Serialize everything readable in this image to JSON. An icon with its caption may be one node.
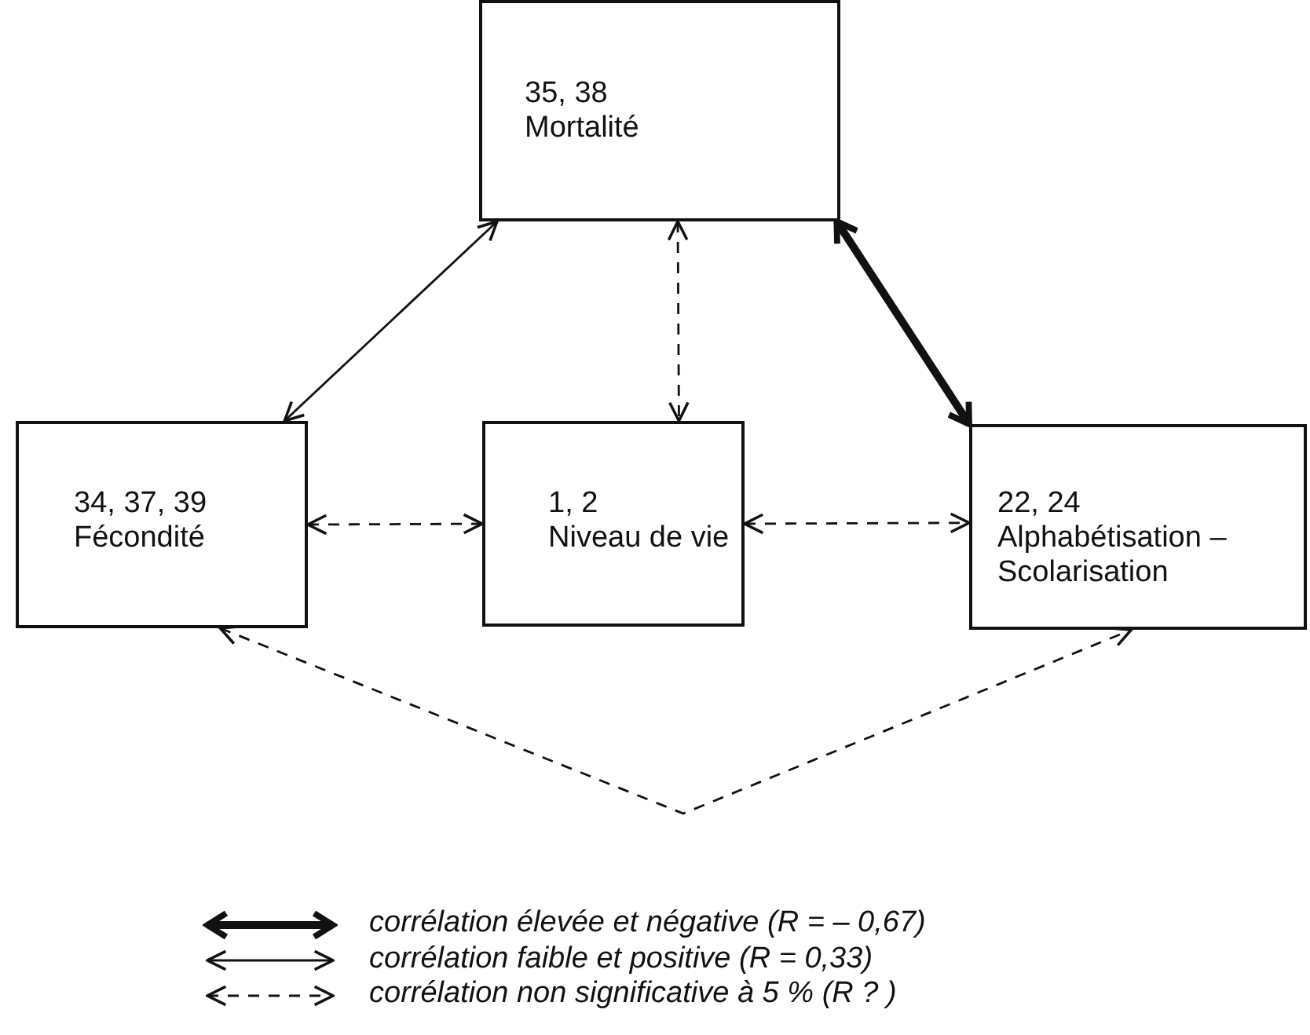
{
  "diagram": {
    "nodes": [
      {
        "text": [
          "35, 38",
          "Mortalité"
        ]
      },
      {
        "text": [
          "34, 37, 39",
          "Fécondité"
        ]
      },
      {
        "text": [
          "1, 2",
          "Niveau de vie"
        ]
      },
      {
        "text": [
          "22, 24",
          "Alphabétisation – Scolarisation"
        ]
      }
    ],
    "edges": [
      {
        "from": 0,
        "to": 1,
        "arrow": "both"
      },
      {
        "from": 0,
        "to": 2,
        "arrow": "both",
        "style": "dashed"
      },
      {
        "from": 0,
        "to": 3,
        "arrow": "both",
        "style": "thick"
      },
      {
        "from": 1,
        "to": 2,
        "arrow": "both",
        "style": "dashed"
      },
      {
        "from": 2,
        "to": 3,
        "arrow": "both",
        "style": "dashed"
      },
      {
        "from": 1,
        "to": 3,
        "arrow": "both",
        "style": "dashed"
      }
    ],
    "legend": [
      {
        "text": "corrélation élevée et négative (R = – 0,67)"
      },
      {
        "text": "corrélation faible et positive (R = 0,33)"
      },
      {
        "text": "corrélation non significative à 5 % (R ? )"
      }
    ]
  }
}
